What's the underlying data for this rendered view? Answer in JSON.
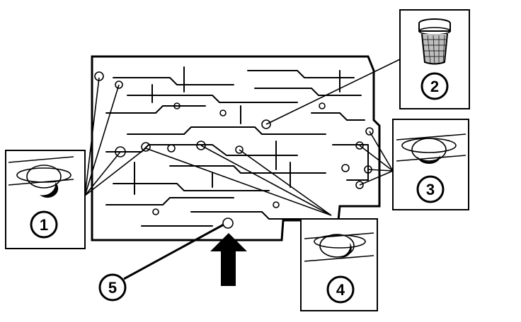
{
  "figure": {
    "callouts": [
      {
        "id": "1",
        "label": "1",
        "part": "sealing-ring"
      },
      {
        "id": "2",
        "label": "2",
        "part": "filter-screen"
      },
      {
        "id": "3",
        "label": "3",
        "part": "sealing-ring"
      },
      {
        "id": "4",
        "label": "4",
        "part": "sealing-ring"
      },
      {
        "id": "5",
        "label": "5",
        "part": "location-point"
      }
    ],
    "arrow": {
      "direction": "up"
    },
    "colors": {
      "ink": "#000000",
      "paper": "#ffffff"
    }
  }
}
